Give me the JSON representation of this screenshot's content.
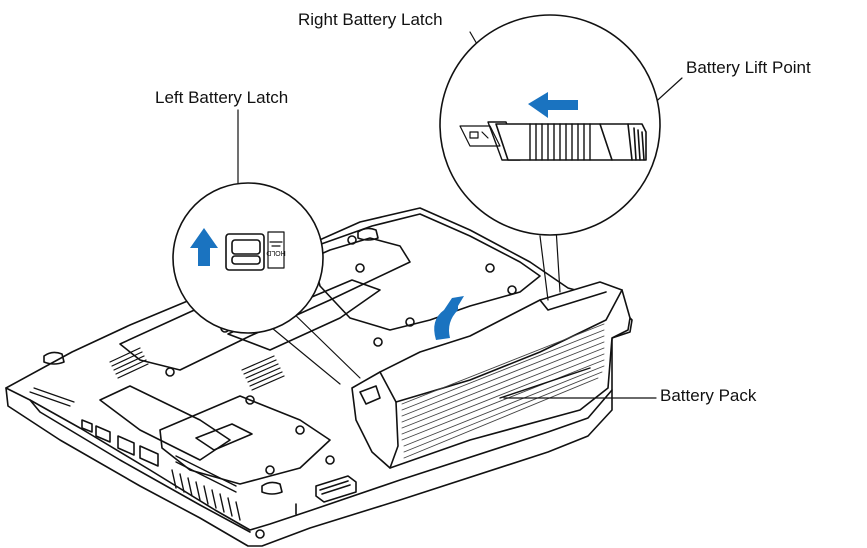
{
  "labels": {
    "right_battery_latch": "Right Battery Latch",
    "battery_lift_point": "Battery Lift Point",
    "left_battery_latch": "Left Battery Latch",
    "battery_pack": "Battery Pack"
  },
  "latch_marking": "HOLD",
  "colors": {
    "arrow": "#1a73c0",
    "line": "#111111",
    "background": "#ffffff"
  },
  "icons": {
    "left_latch_direction": "arrow-up-icon",
    "right_latch_direction": "arrow-left-icon",
    "battery_lift_direction": "curved-arrow-up-icon"
  }
}
